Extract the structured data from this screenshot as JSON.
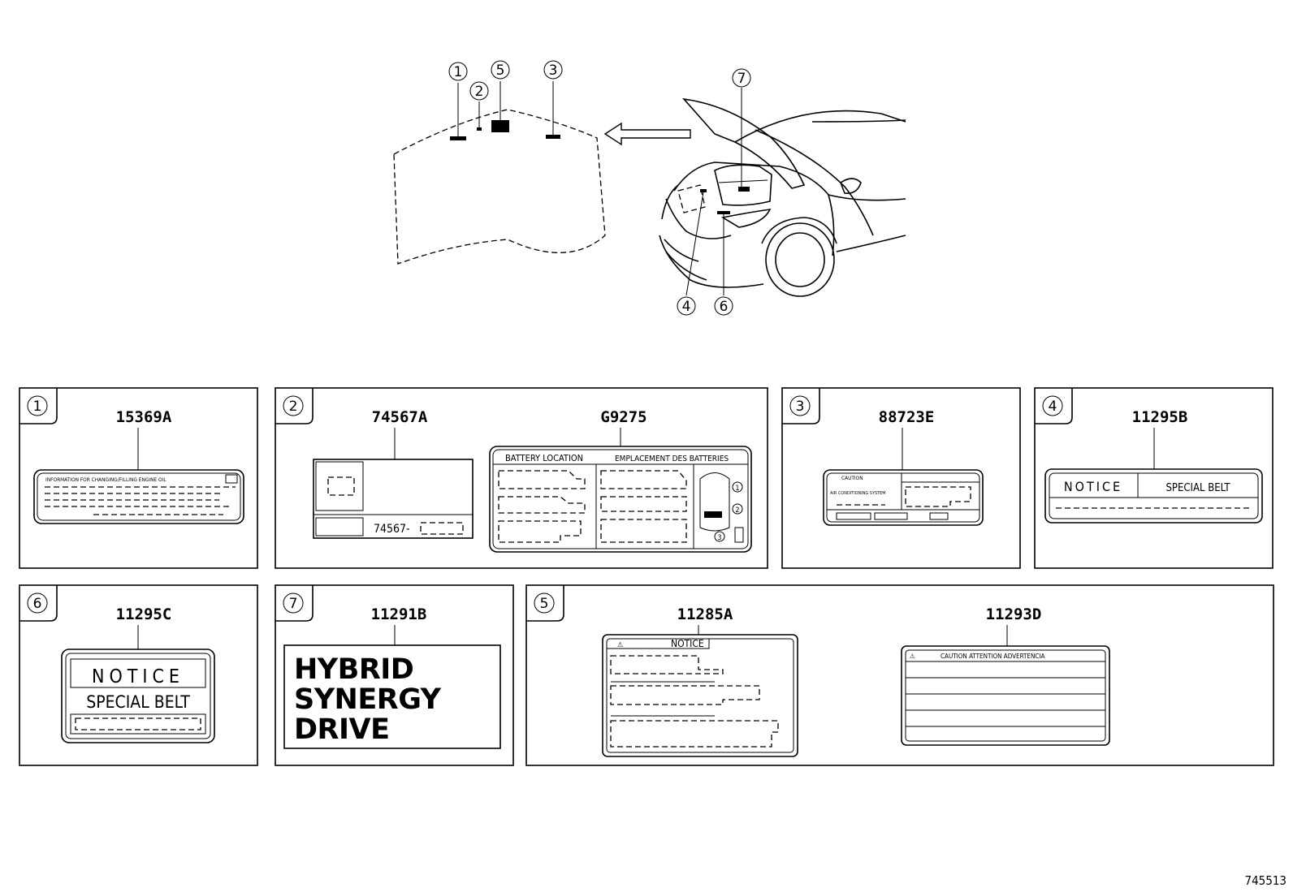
{
  "diagram_id": "745513",
  "callouts": {
    "c1": "1",
    "c2": "2",
    "c3": "3",
    "c4": "4",
    "c5": "5",
    "c6": "6",
    "c7": "7"
  },
  "panels": {
    "p1": {
      "num": "1",
      "part": "15369A",
      "label_text": "INFORMATION FOR CHANGING/FILLING ENGINE OIL"
    },
    "p2": {
      "num": "2",
      "part_a": "74567A",
      "part_b": "G9275",
      "part_a_code": "74567-",
      "battery_location": "BATTERY LOCATION",
      "battery_location_fr": "EMPLACEMENT DES BATTERIES",
      "bl_1": "1",
      "bl_2": "2",
      "bl_3": "3"
    },
    "p3": {
      "num": "3",
      "part": "88723E",
      "caution": "CAUTION",
      "ac_system": "AIR CONDITIONING SYSTEM"
    },
    "p4": {
      "num": "4",
      "part": "11295B",
      "notice": "NOTICE",
      "special_belt": "SPECIAL BELT"
    },
    "p6": {
      "num": "6",
      "part": "11295C",
      "notice": "NOTICE",
      "special_belt": "SPECIAL BELT"
    },
    "p7": {
      "num": "7",
      "part": "11291B",
      "line1": "HYBRID",
      "line2": "SYNERGY",
      "line3": "DRIVE"
    },
    "p5": {
      "num": "5",
      "part_a": "11285A",
      "part_b": "11293D",
      "notice": "NOTICE",
      "caution_line": "CAUTION  ATTENTION  ADVERTENCIA"
    }
  }
}
